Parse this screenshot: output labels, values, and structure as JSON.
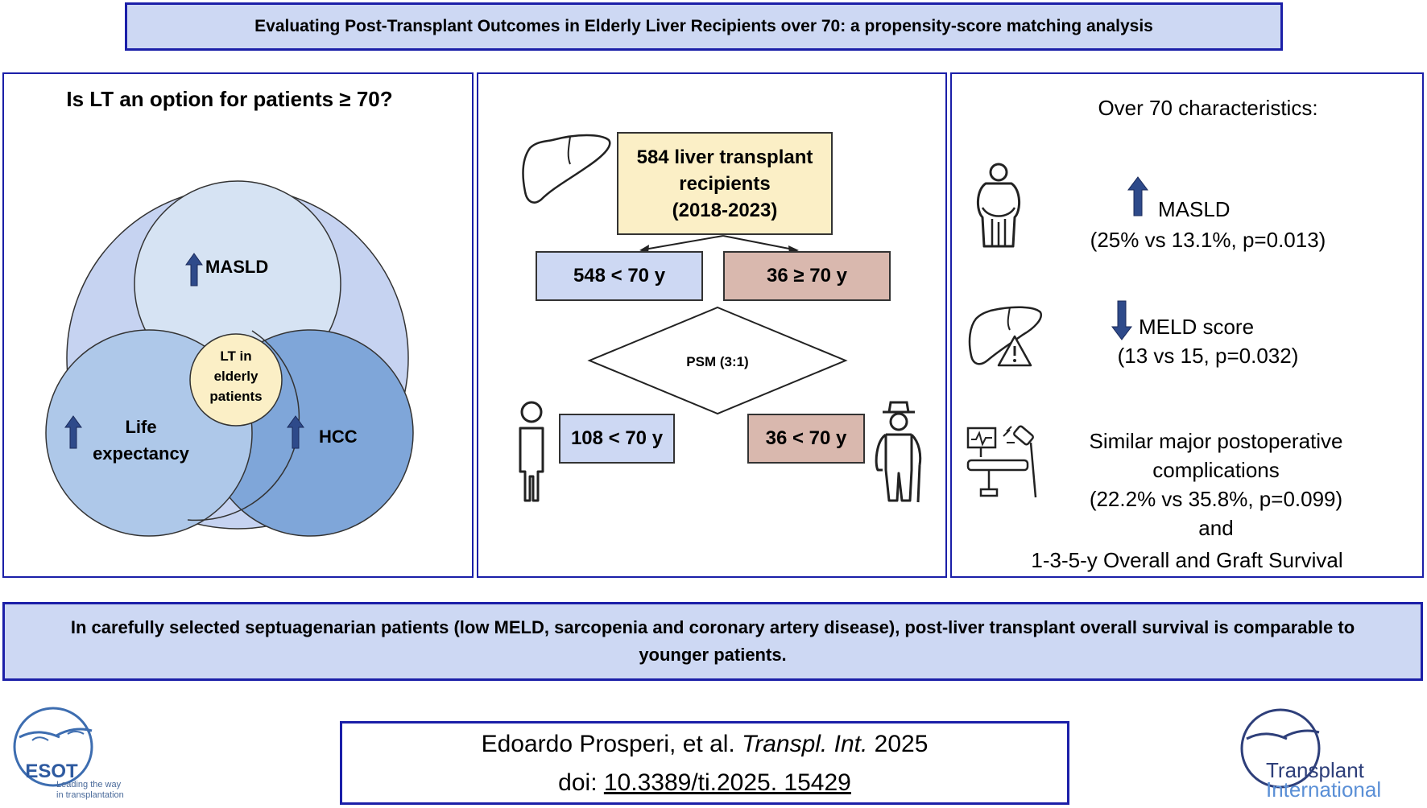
{
  "title": "Evaluating Post-Transplant Outcomes in Elderly Liver Recipients over 70: a propensity-score matching analysis",
  "left_panel": {
    "question": "Is LT an option for patients ≥ 70?",
    "circle_top": "MASLD",
    "circle_left_line1": "Life",
    "circle_left_line2": "expectancy",
    "circle_right": "HCC",
    "center_line1": "LT in",
    "center_line2": "elderly",
    "center_line3": "patients"
  },
  "middle_panel": {
    "total_line1": "584 liver transplant",
    "total_line2": "recipients",
    "total_line3": "(2018-2023)",
    "young_group": "548 < 70 y",
    "old_group": "36 ≥ 70 y",
    "psm": "PSM (3:1)",
    "matched_young": "108 < 70 y",
    "matched_old": "36 < 70 y"
  },
  "right_panel": {
    "heading": "Over 70 characteristics:",
    "masld_label": "MASLD",
    "masld_stats": "(25% vs 13.1%, p=0.013)",
    "meld_label": "MELD score",
    "meld_stats": "(13 vs 15, p=0.032)",
    "comp_line1": "Similar major postoperative",
    "comp_line2": "complications",
    "comp_line3": "(22.2% vs 35.8%, p=0.099)",
    "comp_line4": "and",
    "comp_line5": "1-3-5-y Overall and Graft Survival"
  },
  "conclusion_line1": "In carefully selected septuagenarian patients (low MELD, sarcopenia and coronary artery disease), post-liver transplant overall survival is comparable to",
  "conclusion_line2": "younger patients.",
  "citation": {
    "authors": "Edoardo Prosperi, et al.",
    "journal": "Transpl. Int.",
    "year": "2025",
    "doi_prefix": "doi:",
    "doi": "10.3389/ti.2025. 15429"
  },
  "logos": {
    "esot_name": "ESOT",
    "esot_tag1": "Leading the way",
    "esot_tag2": "in transplantation",
    "ti_line1": "Transplant",
    "ti_line2": "International"
  },
  "colors": {
    "frame": "#1b1fa8",
    "banner": "#cdd8f3",
    "young_box": "#cdd8f3",
    "old_box": "#d9b8ae",
    "total_box": "#fbefc6",
    "circle_big": "#c6d3f1",
    "circle_top": "#d6e3f3",
    "circle_left": "#aec8e9",
    "circle_right": "#7fa6d9",
    "center": "#fbefc6",
    "arrow": "#2e4a8a"
  }
}
